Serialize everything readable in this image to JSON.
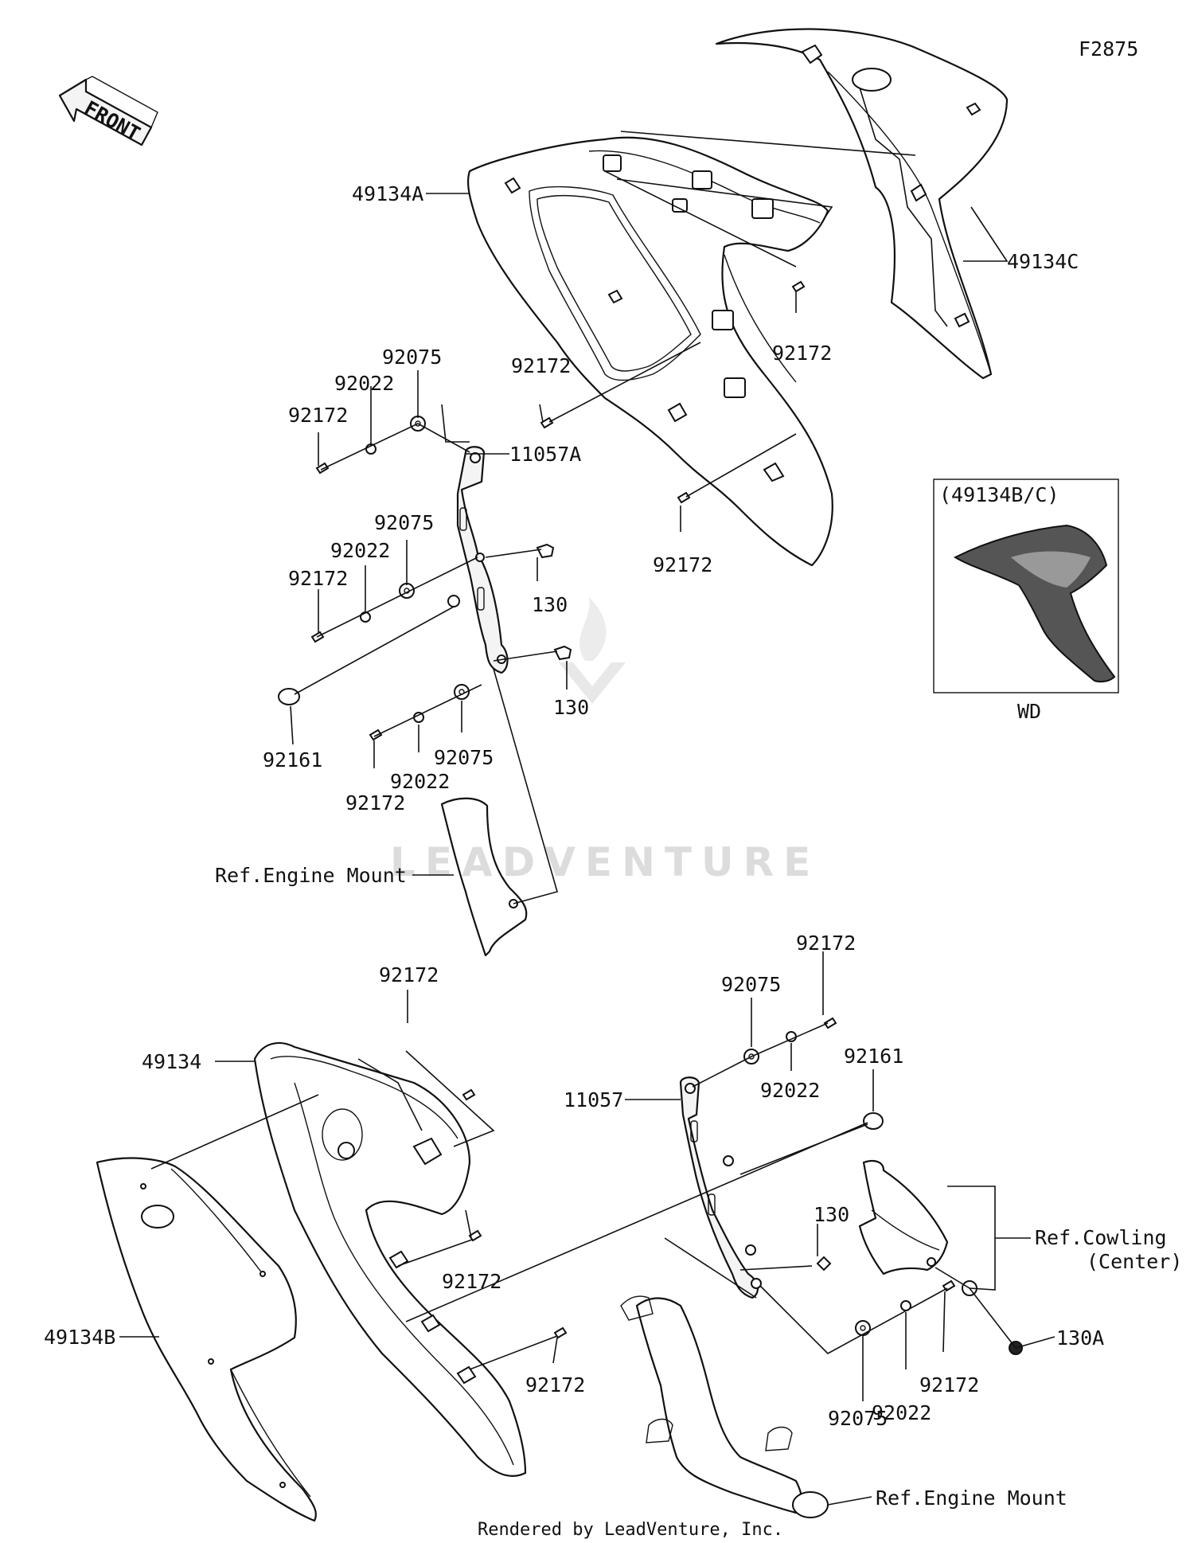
{
  "diagram_code": "F2875",
  "front_label": "FRONT",
  "watermark": "LEADVENTURE",
  "footer": "Rendered by LeadVenture, Inc.",
  "inset": {
    "title": "(49134B/C)",
    "caption": "WD"
  },
  "labels": {
    "p49134A": "49134A",
    "p49134C": "49134C",
    "p49134": "49134",
    "p49134B": "49134B",
    "p11057A": "11057A",
    "p11057": "11057",
    "p130": "130",
    "p130A": "130A",
    "p92172": "92172",
    "p92075": "92075",
    "p92022": "92022",
    "p92161": "92161",
    "ref_engine_mount": "Ref.Engine Mount",
    "ref_cowling_1": "Ref.Cowling",
    "ref_cowling_2": "(Center)"
  }
}
